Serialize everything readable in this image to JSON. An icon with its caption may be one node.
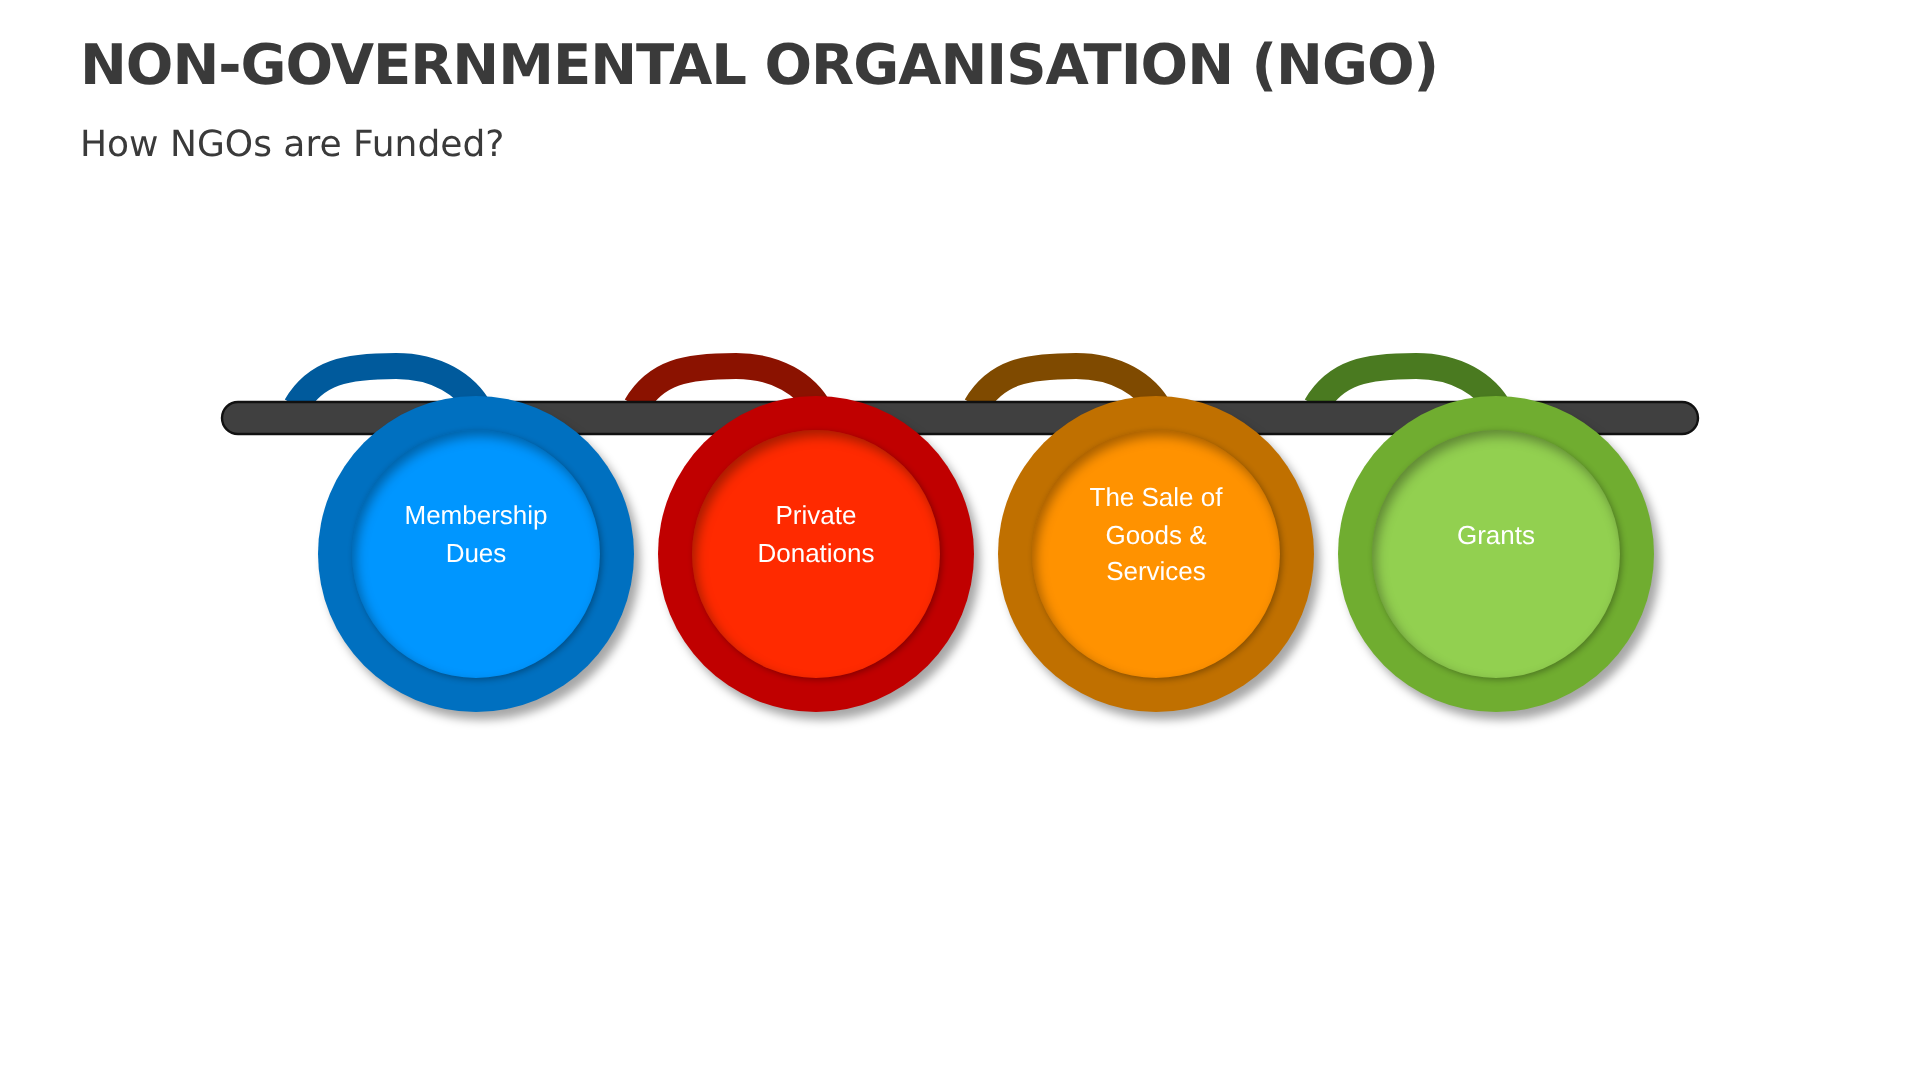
{
  "diagram": {
    "title": "NON-GOVERNMENTAL ORGANISATION (NGO)",
    "caption": "How NGOs are Funded?",
    "nodes": [
      {
        "text": [
          "Membership Dues"
        ]
      },
      {
        "text": [
          "Private Donations"
        ]
      },
      {
        "text": [
          "The Sale of Goods & Services"
        ]
      },
      {
        "text": [
          "Grants"
        ]
      }
    ]
  }
}
